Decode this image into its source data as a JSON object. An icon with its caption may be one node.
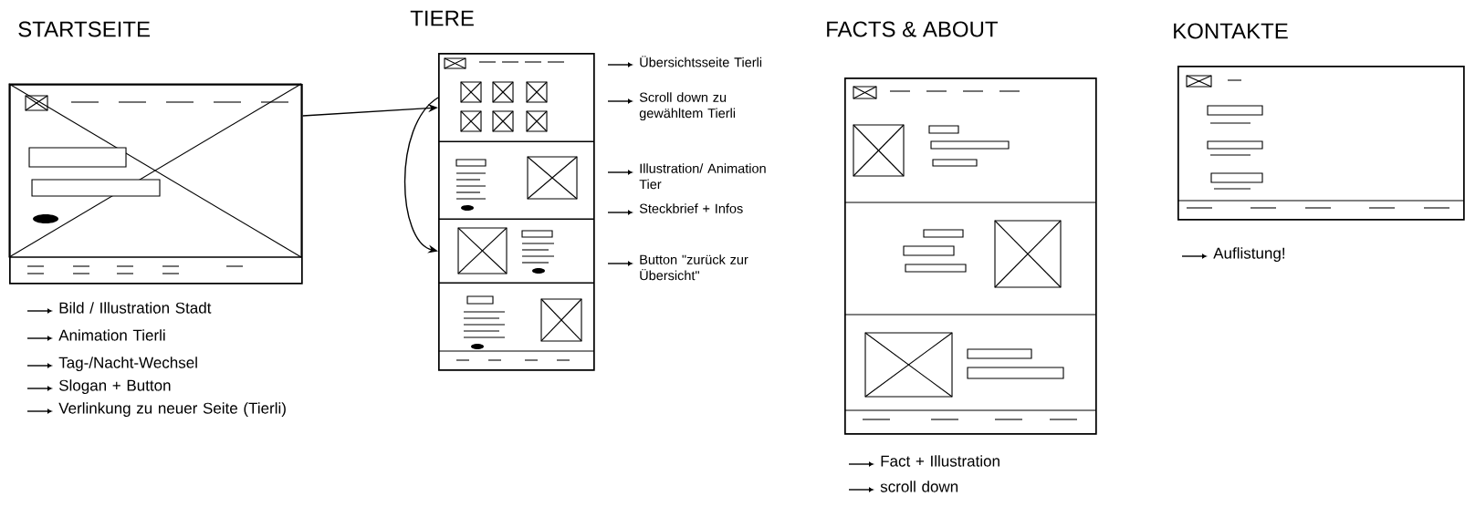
{
  "diagram": {
    "nodes": [
      {
        "text": [
          "STARTSEITE"
        ],
        "beside": [
          "Bild / Illustration Stadt",
          "Animation Tierli",
          "Tag-/Nacht-Wechsel",
          "Slogan + Button",
          "Verlinkung zu neuer Seite (Tierli)"
        ]
      },
      {
        "text": [
          "TIERE"
        ],
        "beside": [
          "Übersichtsseite Tierli",
          "Scroll down zu gewähltem Tierli",
          "Illustration/ Animation Tier",
          "Steckbrief + Infos",
          "Button \"zurück zur Übersicht\""
        ]
      },
      {
        "text": [
          "FACTS & ABOUT"
        ],
        "beside": [
          "Fact + Illustration",
          "scroll down"
        ]
      },
      {
        "text": [
          "KONTAKTE"
        ],
        "beside": [
          "Auflistung!"
        ]
      },
      {
        "text": [],
        "shape": "box",
        "in": 1
      },
      {
        "text": [],
        "shape": "box",
        "in": 1
      }
    ],
    "edges": [
      {
        "from": 0,
        "to": 1,
        "arrow": "to"
      },
      {
        "from": 4,
        "to": 5,
        "arrow": "to"
      }
    ]
  }
}
